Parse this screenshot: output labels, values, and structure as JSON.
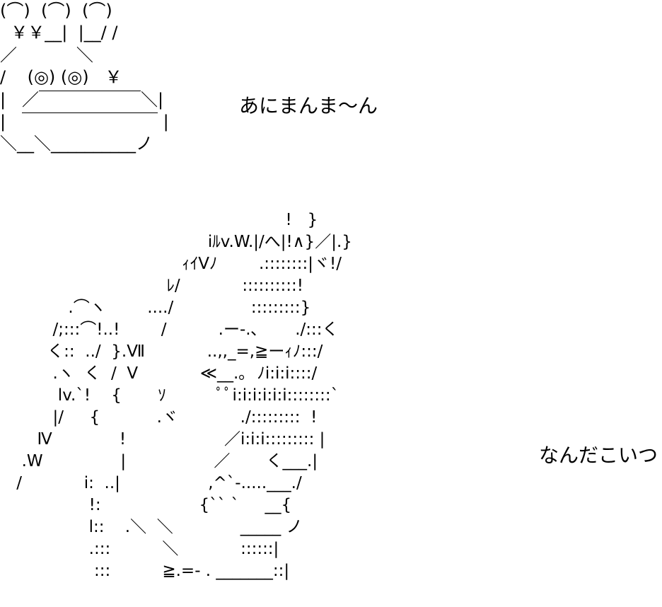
{
  "art": {
    "top_lines": [
      "(⌒)  (⌒)  (⌒)",
      "  ￥￥__|  |__/ /",
      "／           ＼",
      "/    (◎) (◎)   ￥",
      "|   ／￣￣￣￣￣￣＼|",
      "|   ￣￣￣￣￣￣￣￣ |",
      "＼__＼__________ノ"
    ],
    "bottom_lines": [
      "                                                     !   }",
      "                                      iﾙv.W.|/へ|!∧}／|.}",
      "                                 ｨｲVﾉ        .::::::::|ヾ!/",
      "                              ﾚ/            ::::::::::!",
      "           .⌒ヽ        ..../               :::::::::}",
      "        /;:::⌒!..!        /          .ー-.､       ./:::く",
      "       く::  ../  }.Ⅶ            ..,,_=,≧ーｨﾉ:::/",
      "        .ヽ  く  /  V            ≪__.｡  ﾉi:i:i::::/",
      "         lv.`!    {       ｿ          ﾟﾟi:i:i:i:i:i::::::::`",
      "        |/     {           .ヾ            ./:::::::::  !",
      "     Ⅳ             !                   ／i:i:i::::::::: |",
      "  .W               |                 ／       く___.|",
      " /            i:  ..|                 ,^`-.....___./",
      "               !:                   {`` `     __{",
      "               l::    .＼  ＼             _____ ノ",
      "               .:::          ＼            ::::::|",
      "                :::          ≧.=- . _______::|"
    ]
  },
  "captions": {
    "top": "あにまんま～ん",
    "bottom": "なんだこいつ"
  }
}
